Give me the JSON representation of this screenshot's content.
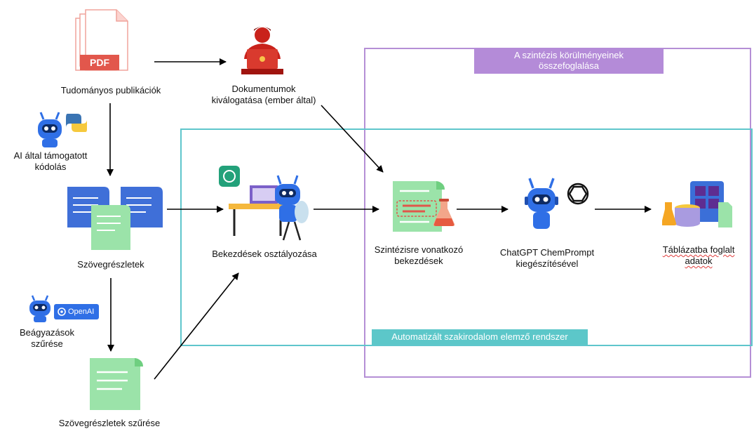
{
  "labels": {
    "publications": "Tudományos publikációk",
    "doc_selection_1": "Dokumentumok",
    "doc_selection_2": "kiválogatása (ember által)",
    "ai_coding_1": "AI által támogatott",
    "ai_coding_2": "kódolás",
    "text_segments": "Szövegrészletek",
    "embeddings_1": "Beágyazások",
    "embeddings_2": "szűrése",
    "segment_filtering": "Szövegrészletek szűrése",
    "paragraph_classification": "Bekezdések osztályozása",
    "synthesis_paragraphs_1": "Szintézisre vonatkozó",
    "synthesis_paragraphs_2": "bekezdések",
    "chatgpt_1": "ChatGPT ChemPrompt",
    "chatgpt_2": "kiegészítésével",
    "tabulated_1": "Táblázatba foglalt",
    "tabulated_2": "adatok"
  },
  "banners": {
    "summary_1": "A szintézis körülményeinek",
    "summary_2": "összefoglalása",
    "system": "Automatizált szakirodalom elemző rendszer"
  },
  "badges": {
    "pdf": "PDF",
    "openai": "OpenAI"
  },
  "colors": {
    "purple_frame": "#b58fd6",
    "teal_frame": "#5fc6cc",
    "robot_blue": "#2f6fe6",
    "scroll_green": "#9be3a9",
    "pdf_red": "#e2574c"
  },
  "icons": [
    "pdf-stack-icon",
    "person-laptop-icon",
    "robot-python-icon",
    "document-scroll-icon",
    "robot-openai-icon",
    "robot-desk-chatgpt-icon",
    "flask-icon",
    "robot-chatgpt-icon",
    "database-table-icon"
  ]
}
